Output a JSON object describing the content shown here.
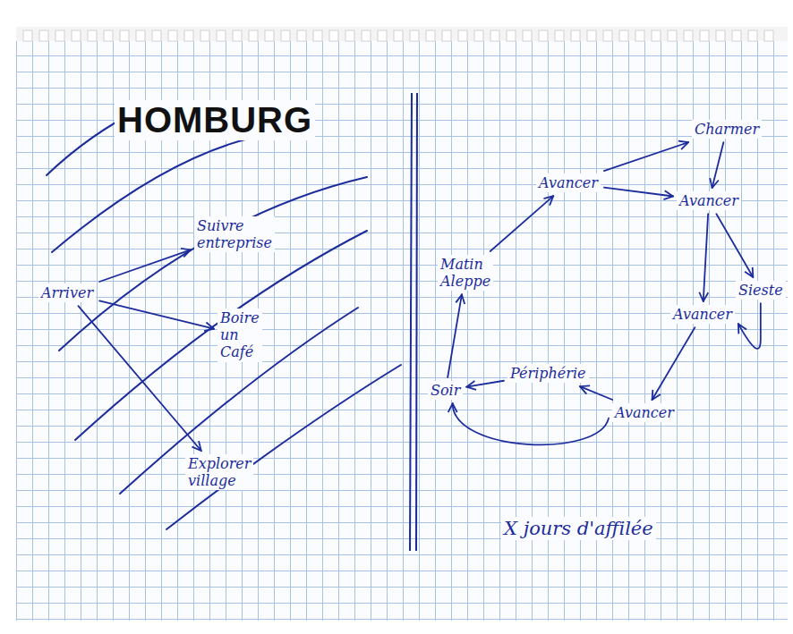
{
  "diagram": {
    "title": "HOMBURG",
    "nodes": [
      {
        "text": [
          "Arriver"
        ]
      },
      {
        "text": [
          "Suivre entreprise"
        ]
      },
      {
        "text": [
          "Boire un Café"
        ]
      },
      {
        "text": [
          "Explorer village"
        ]
      },
      {
        "text": [
          "Matin Aleppe"
        ]
      },
      {
        "text": [
          "Avancer"
        ]
      },
      {
        "text": [
          "Charmer"
        ]
      },
      {
        "text": [
          "Avancer"
        ]
      },
      {
        "text": [
          "Avancer"
        ]
      },
      {
        "text": [
          "Sieste"
        ]
      },
      {
        "text": [
          "Avancer"
        ]
      },
      {
        "text": [
          "Périphérie"
        ]
      },
      {
        "text": [
          "Soir"
        ]
      }
    ],
    "edges": [
      {
        "from": 0,
        "to": 1,
        "arrow": "to"
      },
      {
        "from": 0,
        "to": 2,
        "arrow": "to"
      },
      {
        "from": 0,
        "to": 3,
        "arrow": "to"
      },
      {
        "from": 4,
        "to": 5,
        "arrow": "to"
      },
      {
        "from": 5,
        "to": 7,
        "arrow": "to"
      },
      {
        "from": 5,
        "to": 6,
        "arrow": "to"
      },
      {
        "from": 6,
        "to": 7,
        "arrow": "to"
      },
      {
        "from": 7,
        "to": 8,
        "arrow": "to"
      },
      {
        "from": 7,
        "to": 9,
        "arrow": "to"
      },
      {
        "from": 9,
        "to": 8,
        "arrow": "to"
      },
      {
        "from": 8,
        "to": 10,
        "arrow": "to"
      },
      {
        "from": 10,
        "to": 11,
        "arrow": "to"
      },
      {
        "from": 11,
        "to": 12,
        "arrow": "to"
      },
      {
        "from": 10,
        "to": 12,
        "arrow": "to"
      },
      {
        "from": 12,
        "to": 4,
        "arrow": "to"
      }
    ],
    "labels": [
      "X jours d'affilée"
    ]
  }
}
